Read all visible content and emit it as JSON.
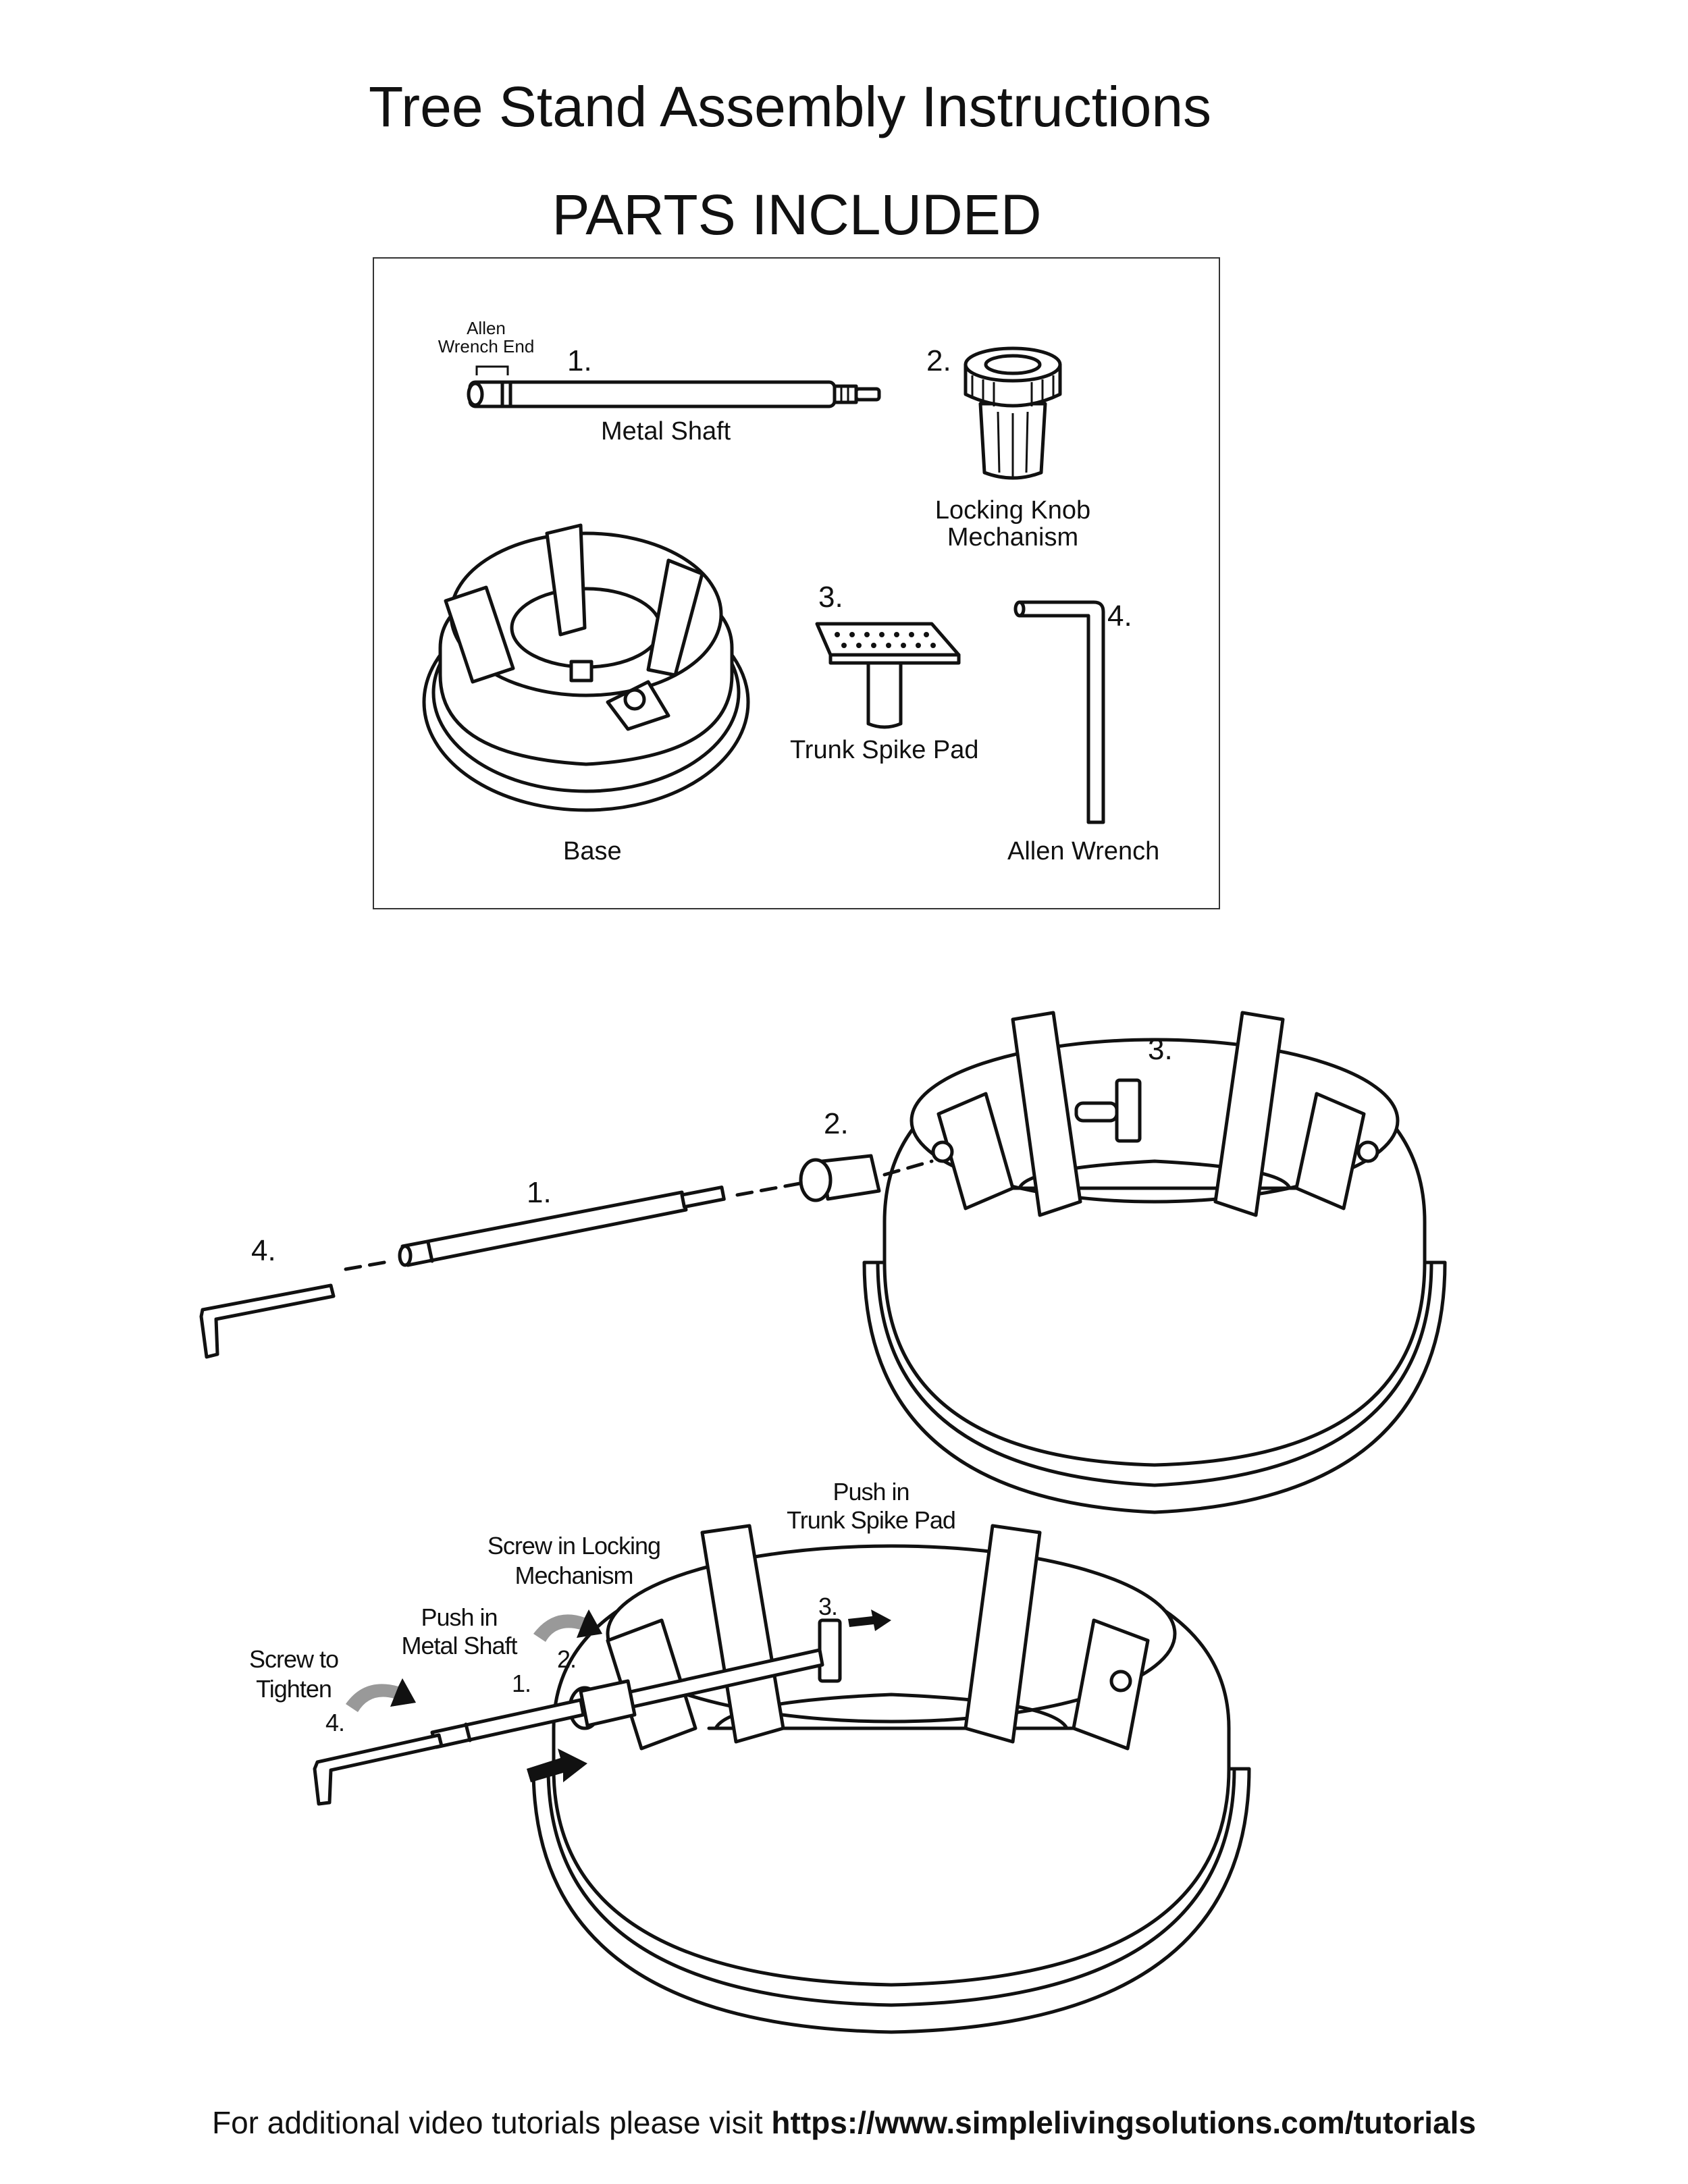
{
  "header": {
    "title": "Tree Stand Assembly Instructions",
    "subtitle": "PARTS INCLUDED"
  },
  "parts": {
    "allen_wrench_end_line1": "Allen",
    "allen_wrench_end_line2": "Wrench End",
    "shaft_number": "1.",
    "shaft_label": "Metal Shaft",
    "knob_number": "2.",
    "knob_label_line1": "Locking Knob",
    "knob_label_line2": "Mechanism",
    "pad_number": "3.",
    "pad_label": "Trunk Spike Pad",
    "wrench_number": "4.",
    "wrench_label": "Allen Wrench",
    "base_label": "Base"
  },
  "exploded": {
    "n1": "1.",
    "n2": "2.",
    "n3": "3.",
    "n4": "4."
  },
  "assembly": {
    "push_pad_line1": "Push in",
    "push_pad_line2": "Trunk Spike Pad",
    "screw_lock_line1": "Screw in  Locking",
    "screw_lock_line2": "Mechanism",
    "push_shaft_line1": "Push in",
    "push_shaft_line2": "Metal Shaft",
    "screw_tighten_line1": "Screw to",
    "screw_tighten_line2": "Tighten",
    "n1": "1.",
    "n2": "2.",
    "n3": "3.",
    "n4": "4."
  },
  "footer": {
    "text": "For additional video tutorials please visit ",
    "url": "https://www.simplelivingsolutions.com/tutorials"
  }
}
